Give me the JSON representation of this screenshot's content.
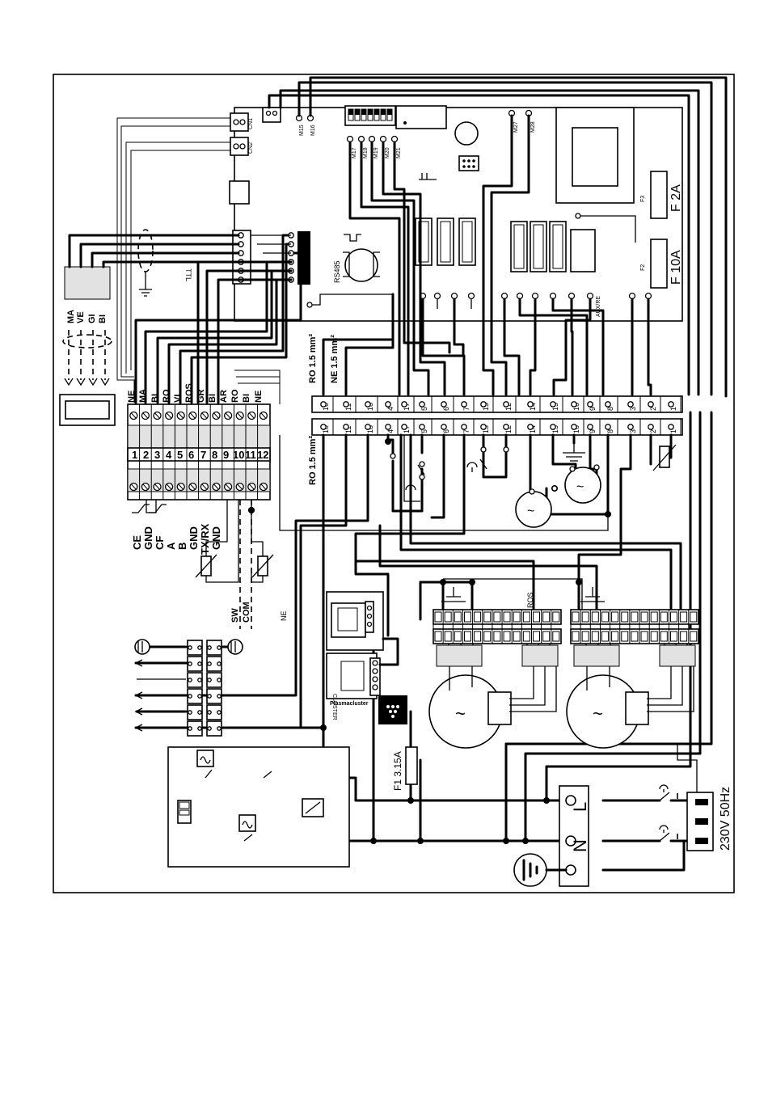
{
  "pcb": {
    "connectors": {
      "cn1": "CN1",
      "cn2": "CN2"
    },
    "ttl": "TTL",
    "rs485": "RS485",
    "auxre": "AUX/RE",
    "motor_pins_top": [
      "M15",
      "M16"
    ],
    "motor_pins_mid": [
      "M17",
      "M18",
      "M19",
      "M20",
      "M21"
    ],
    "motor_pins_right": [
      "M27",
      "M28"
    ],
    "fuse_f3": {
      "ref": "F3",
      "rating": "F 2A"
    },
    "fuse_f2": {
      "ref": "F2",
      "rating": "F 10A"
    }
  },
  "cable_colors_left": [
    "MA",
    "VE",
    "GI",
    "BI"
  ],
  "terminal_strip_top": {
    "labels": [
      "NE",
      "MA",
      "BL",
      "RO",
      "VI",
      "ROS",
      "GR",
      "BI",
      "AR",
      "RO",
      "BI",
      "NE"
    ],
    "numbers": [
      "1",
      "2",
      "3",
      "4",
      "5",
      "6",
      "7",
      "8",
      "9",
      "10",
      "11",
      "12"
    ],
    "bottom_labels": [
      "CE",
      "GND",
      "CF",
      "A",
      "B",
      "GND",
      "TX/RX",
      "GND"
    ],
    "switch_labels": [
      "SW",
      "COM"
    ],
    "ne_label": "NE"
  },
  "main_terminal": {
    "upper_row": [
      "10",
      "11",
      "18",
      "4",
      "17",
      "5",
      "6",
      "7",
      "13",
      "12",
      "14",
      "15",
      "16",
      "9",
      "8",
      "3",
      "2",
      "1"
    ],
    "lower_row": [
      "10",
      "11",
      "18",
      "4",
      "17",
      "5",
      "6",
      "7",
      "13",
      "12",
      "14",
      "15",
      "16",
      "9",
      "8",
      "3",
      "2",
      "1"
    ]
  },
  "wire_notes": {
    "ro_upper": "RO 1.5 mm²",
    "ne_upper": "NE 1.5 mm²",
    "ro_lower": "RO 1.5 mm²",
    "ros_label": "ROS"
  },
  "plasmacluster": {
    "vertical": "CLUSTER",
    "name": "Plasmacluster",
    "logo_caption": "Plasmacluster"
  },
  "fuse_f1": "F1 3.15A",
  "supply": {
    "voltage": "230V 50Hz",
    "live": "L",
    "neutral": "N"
  },
  "motor_symbol": "~"
}
